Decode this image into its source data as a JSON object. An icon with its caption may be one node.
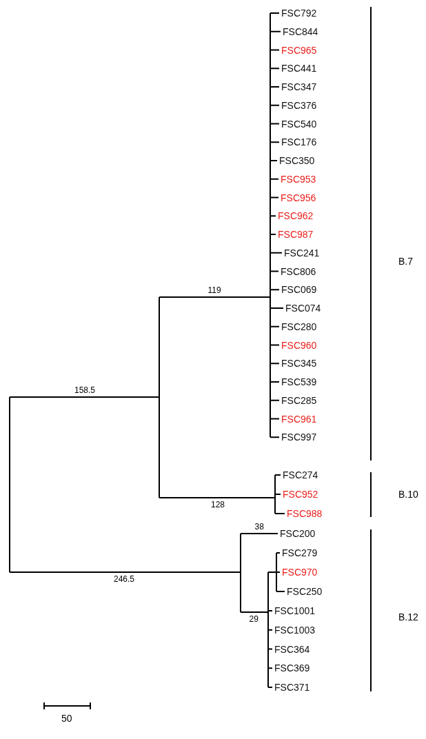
{
  "diagram": {
    "nodes": [
      {
        "text": [],
        "shape": "bar"
      },
      {
        "text": [],
        "shape": "bar"
      },
      {
        "text": [],
        "shape": "bar"
      },
      {
        "text": [
          "FSC792"
        ]
      },
      {
        "text": [
          "FSC844"
        ]
      },
      {
        "text": [
          "FSC965"
        ]
      },
      {
        "text": [
          "FSC441"
        ]
      },
      {
        "text": [
          "FSC347"
        ]
      },
      {
        "text": [
          "FSC376"
        ]
      },
      {
        "text": [
          "FSC540"
        ]
      },
      {
        "text": [
          "FSC176"
        ]
      },
      {
        "text": [
          "FSC350"
        ]
      },
      {
        "text": [
          "FSC953"
        ]
      },
      {
        "text": [
          "FSC956"
        ]
      },
      {
        "text": [
          "FSC962"
        ]
      },
      {
        "text": [
          "FSC987"
        ]
      },
      {
        "text": [
          "FSC241"
        ]
      },
      {
        "text": [
          "FSC806"
        ]
      },
      {
        "text": [
          "FSC069"
        ]
      },
      {
        "text": [
          "FSC074"
        ]
      },
      {
        "text": [
          "FSC280"
        ]
      },
      {
        "text": [
          "FSC960"
        ]
      },
      {
        "text": [
          "FSC345"
        ]
      },
      {
        "text": [
          "FSC539"
        ]
      },
      {
        "text": [
          "FSC285"
        ]
      },
      {
        "text": [
          "FSC961"
        ]
      },
      {
        "text": [
          "FSC997"
        ]
      },
      {
        "text": [],
        "shape": "bar"
      },
      {
        "text": [
          "FSC274"
        ]
      },
      {
        "text": [
          "FSC952"
        ]
      },
      {
        "text": [
          "FSC988"
        ]
      },
      {
        "text": [],
        "shape": "bar"
      },
      {
        "text": [
          "FSC200"
        ]
      },
      {
        "text": [],
        "shape": "bar"
      },
      {
        "text": [],
        "shape": "bar"
      },
      {
        "text": [
          "FSC279"
        ]
      },
      {
        "text": [
          "FSC970"
        ]
      },
      {
        "text": [
          "FSC250"
        ]
      },
      {
        "text": [
          "FSC1001"
        ]
      },
      {
        "text": [
          "FSC1003"
        ]
      },
      {
        "text": [
          "FSC364"
        ]
      },
      {
        "text": [
          "FSC369"
        ]
      },
      {
        "text": [
          "FSC371"
        ]
      }
    ],
    "edges": [
      {
        "from": 0,
        "to": 1,
        "arrow": "none",
        "label": "158.5"
      },
      {
        "from": 1,
        "to": 2,
        "arrow": "none",
        "label": "119"
      },
      {
        "from": 2,
        "to": 3,
        "arrow": "none"
      },
      {
        "from": 2,
        "to": 4,
        "arrow": "none"
      },
      {
        "from": 2,
        "to": 5,
        "arrow": "none"
      },
      {
        "from": 2,
        "to": 6,
        "arrow": "none"
      },
      {
        "from": 2,
        "to": 7,
        "arrow": "none"
      },
      {
        "from": 2,
        "to": 8,
        "arrow": "none"
      },
      {
        "from": 2,
        "to": 9,
        "arrow": "none"
      },
      {
        "from": 2,
        "to": 10,
        "arrow": "none"
      },
      {
        "from": 2,
        "to": 11,
        "arrow": "none"
      },
      {
        "from": 2,
        "to": 12,
        "arrow": "none"
      },
      {
        "from": 2,
        "to": 13,
        "arrow": "none"
      },
      {
        "from": 2,
        "to": 14,
        "arrow": "none"
      },
      {
        "from": 2,
        "to": 15,
        "arrow": "none"
      },
      {
        "from": 2,
        "to": 16,
        "arrow": "none"
      },
      {
        "from": 2,
        "to": 17,
        "arrow": "none"
      },
      {
        "from": 2,
        "to": 18,
        "arrow": "none"
      },
      {
        "from": 2,
        "to": 19,
        "arrow": "none"
      },
      {
        "from": 2,
        "to": 20,
        "arrow": "none"
      },
      {
        "from": 2,
        "to": 21,
        "arrow": "none"
      },
      {
        "from": 2,
        "to": 22,
        "arrow": "none"
      },
      {
        "from": 2,
        "to": 23,
        "arrow": "none"
      },
      {
        "from": 2,
        "to": 24,
        "arrow": "none"
      },
      {
        "from": 2,
        "to": 25,
        "arrow": "none"
      },
      {
        "from": 2,
        "to": 26,
        "arrow": "none"
      },
      {
        "from": 1,
        "to": 27,
        "arrow": "none",
        "label": "128"
      },
      {
        "from": 27,
        "to": 28,
        "arrow": "none"
      },
      {
        "from": 27,
        "to": 29,
        "arrow": "none"
      },
      {
        "from": 27,
        "to": 30,
        "arrow": "none"
      },
      {
        "from": 0,
        "to": 31,
        "arrow": "none",
        "label": "246.5"
      },
      {
        "from": 31,
        "to": 32,
        "arrow": "none",
        "label": "38"
      },
      {
        "from": 31,
        "to": 33,
        "arrow": "none",
        "label": "29"
      },
      {
        "from": 33,
        "to": 34,
        "arrow": "none"
      },
      {
        "from": 34,
        "to": 35,
        "arrow": "none"
      },
      {
        "from": 34,
        "to": 36,
        "arrow": "none"
      },
      {
        "from": 34,
        "to": 37,
        "arrow": "none"
      },
      {
        "from": 33,
        "to": 38,
        "arrow": "none"
      },
      {
        "from": 33,
        "to": 39,
        "arrow": "none"
      },
      {
        "from": 33,
        "to": 40,
        "arrow": "none"
      },
      {
        "from": 33,
        "to": 41,
        "arrow": "none"
      },
      {
        "from": 33,
        "to": 42,
        "arrow": "none"
      }
    ],
    "labels": [
      "B.7",
      "B.10",
      "B.12",
      "50"
    ]
  }
}
